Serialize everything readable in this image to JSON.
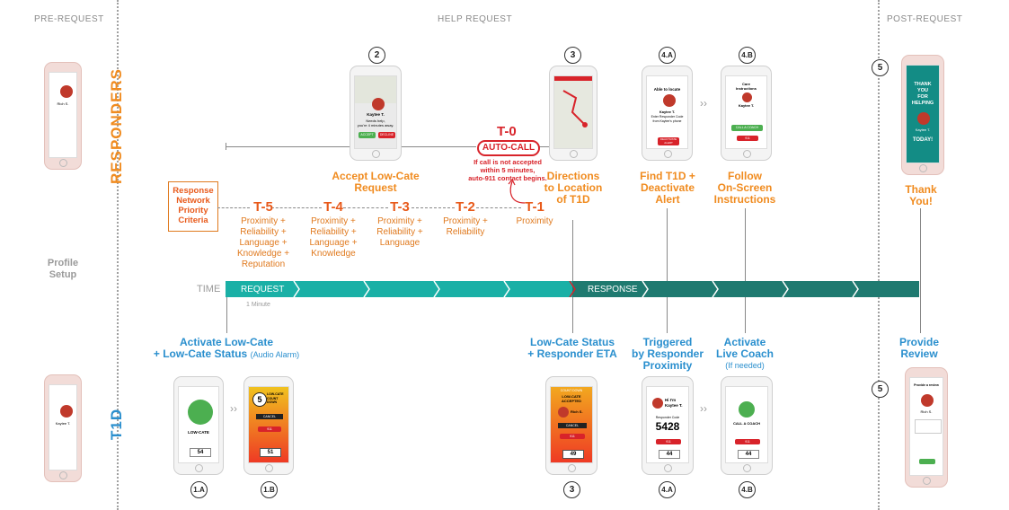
{
  "sections": {
    "pre_request": "PRE-REQUEST",
    "help_request": "HELP REQUEST",
    "post_request": "POST-REQUEST"
  },
  "roles": {
    "responders": "RESPONDERS",
    "t1d": "T1D"
  },
  "profile_setup": "Profile\nSetup",
  "criteria": "Response\nNetwork\nPriority\nCriteria",
  "t_steps": [
    {
      "label": "T-5",
      "desc": "Proximity +\nReliability +\nLanguage +\nKnowledge +\nReputation"
    },
    {
      "label": "T-4",
      "desc": "Proximity +\nReliability +\nLanguage +\nKnowledge"
    },
    {
      "label": "T-3",
      "desc": "Proximity +\nReliability +\nLanguage"
    },
    {
      "label": "T-2",
      "desc": "Proximity +\nReliability"
    },
    {
      "label": "T-1",
      "desc": "Proximity"
    }
  ],
  "t0": {
    "label": "T-0",
    "button": "AUTO-CALL",
    "note": "If call is not accepted\nwithin 5 minutes,\nauto-911 contact begins."
  },
  "responder_captions": {
    "accept": "Accept Low-Cate\nRequest",
    "directions": "Directions\nto Location\nof T1D",
    "find": "Find T1D +\nDeactivate\nAlert",
    "follow": "Follow\nOn-Screen\nInstructions",
    "thanks": "Thank\nYou!"
  },
  "timeline": {
    "time_label": "TIME",
    "request_label": "REQUEST",
    "response_label": "RESPONSE",
    "minute_note": "1 Minute",
    "request_color": "#1ab0a6",
    "response_color": "#1f7a70"
  },
  "t1d_captions": {
    "activate_main": "Activate Low-Cate\n+ Low-Cate Status",
    "activate_sub": "(Audio Alarm)",
    "status": "Low-Cate Status\n+ Responder ETA",
    "triggered": "Triggered\nby Responder\nProximity",
    "coach_main": "Activate\nLive Coach",
    "coach_sub": "(If needed)",
    "review": "Provide\nReview"
  },
  "step_numbers": {
    "n2": "2",
    "n3": "3",
    "n4a": "4.A",
    "n4b": "4.B",
    "n5": "5",
    "n1a": "1.A",
    "n1b": "1.B"
  },
  "phone_text": {
    "responder_profile_name": "Rich S.",
    "accept_name": "Kaytee T.",
    "accept_msg": "Needs help,\nyou're 4 minutes away.",
    "accept_btn": "ACCEPT",
    "decline_btn": "DECLINE",
    "find_title": "Able to locate",
    "find_name": "Kaytee T.",
    "find_msg": "Enter Responder Code\nfrom Kaytee's phone",
    "find_btn": "DEACTIVATE\nALERT",
    "care_title": "Care\nInstructions",
    "care_name": "Kaytee T.",
    "coach_btn": "CALL A COACH",
    "nine11": "911",
    "thanks_lines": "THANK\nYOU\nFOR\nHELPING",
    "thanks_name": "Kaytee T.",
    "thanks_today": "TODAY!",
    "t1d_profile_name": "Kaytee T.",
    "lowcate_label": "LOW-CATE",
    "reading_54": "54",
    "countdown_num": "5",
    "countdown_label": "LOW-CATE\nCOUNT\nDOWN",
    "cancel": "CANCEL",
    "reading_51": "51",
    "accepted_title": "COUNT DOWN",
    "accepted_msg": "LOW-CATE\nACCEPTED",
    "accepted_name": "Rich S.",
    "reading_49": "49",
    "hi_msg": "Hi I'm\nKaytee T.",
    "resp_code_label": "Responder Code",
    "resp_code": "5428",
    "reading_44": "44",
    "call_coach": "CALL A COACH",
    "review_title": "Provide a review",
    "review_name": "Rich S."
  }
}
